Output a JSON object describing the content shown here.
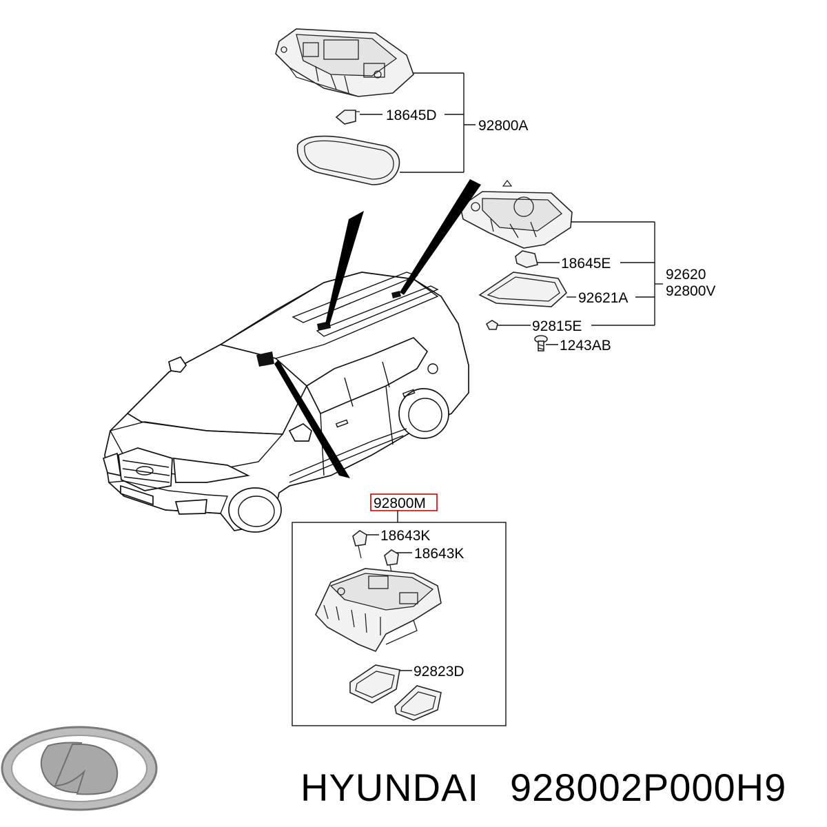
{
  "diagram": {
    "labels": {
      "a_18645D": "18645D",
      "a_92800A": "92800A",
      "b_18645E": "18645E",
      "b_92620": "92620",
      "b_92800V": "92800V",
      "b_92621A": "92621A",
      "b_92815E": "92815E",
      "b_1243AB": "1243AB",
      "c_92800M": "92800M",
      "c_18643K_1": "18643K",
      "c_18643K_2": "18643K",
      "c_92823D": "92823D"
    },
    "highlight_color": "#cc0000"
  },
  "footer": {
    "brand": "HYUNDAI",
    "part_number": "928002P000H9",
    "logo_icon": "hyundai-logo-icon"
  }
}
